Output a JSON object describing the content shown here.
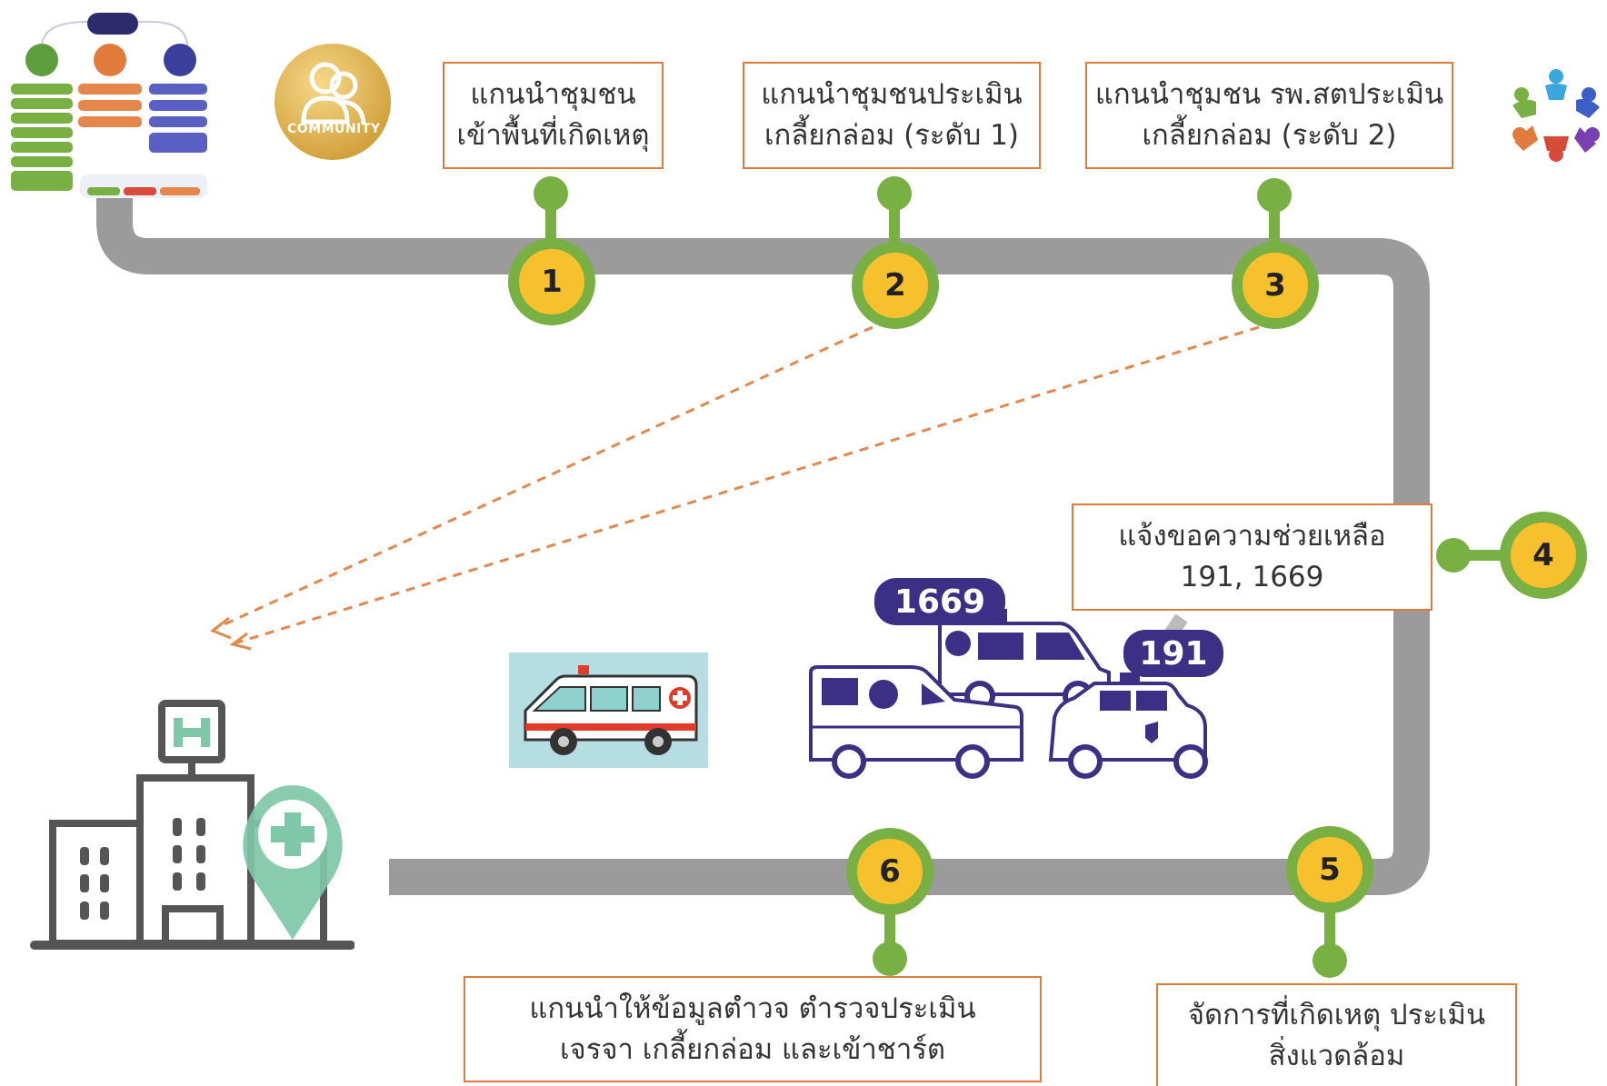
{
  "steps": [
    {
      "number": "1",
      "lines": [
        "แกนนำชุมชน",
        "เข้าพื้นที่เกิดเหตุ"
      ]
    },
    {
      "number": "2",
      "lines": [
        "แกนนำชุมชนประเมิน",
        "เกลี้ยกล่อม (ระดับ 1)"
      ]
    },
    {
      "number": "3",
      "lines": [
        "แกนนำชุมชน รพ.สตประเมิน",
        "เกลี้ยกล่อม (ระดับ 2)"
      ]
    },
    {
      "number": "4",
      "lines": [
        "แจ้งขอความช่วยเหลือ",
        "191, 1669"
      ]
    },
    {
      "number": "5",
      "lines": [
        "จัดการที่เกิดเหตุ ประเมิน",
        "สิ่งแวดล้อม"
      ]
    },
    {
      "number": "6",
      "lines": [
        "แกนนำให้ข้อมูลตำวจ ตำรวจประเมิน",
        "เจรจา เกลี้ยกล่อม และเข้าชาร์ต"
      ]
    }
  ],
  "bubbles": {
    "ems": "1669",
    "police": "191"
  },
  "community_logo": {
    "text": "COMMUNITY"
  },
  "colors": {
    "path": "#9b9b9b",
    "node_ring": "#78b043",
    "node_fill": "#f7c12e",
    "box_border": "#e07b3c",
    "dash": "#e5874a",
    "vehicle": "#3b2f86",
    "hospital_pin": "#7ec7a8"
  },
  "icons": [
    "org-chart-thumbnail",
    "community-logo",
    "people-circle-logo",
    "ambulance-card",
    "emergency-vehicles",
    "hospital-icon"
  ]
}
